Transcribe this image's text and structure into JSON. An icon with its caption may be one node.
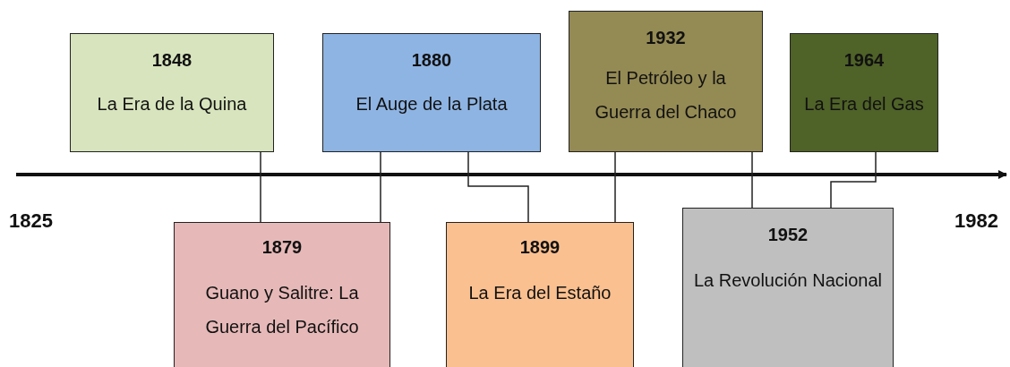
{
  "diagram": {
    "nodes": [
      {
        "text": [
          "1848",
          "La Era de la Quina"
        ]
      },
      {
        "text": [
          "1880",
          "El Auge de la Plata"
        ]
      },
      {
        "text": [
          "1932",
          "El Petróleo y la Guerra del Chaco"
        ]
      },
      {
        "text": [
          "1964",
          "La Era del Gas"
        ]
      },
      {
        "text": [
          "1879",
          "Guano y Salitre: La Guerra del Pacífico"
        ]
      },
      {
        "text": [
          "1899",
          "La Era del Estaño"
        ]
      },
      {
        "text": [
          "1952",
          "La Revolución Nacional"
        ]
      }
    ],
    "edges": [
      {
        "from": 0,
        "to": 4,
        "arrow": "none"
      },
      {
        "from": 1,
        "to": 4,
        "arrow": "none"
      },
      {
        "from": 1,
        "to": 5,
        "arrow": "none"
      },
      {
        "from": 2,
        "to": 5,
        "arrow": "none"
      },
      {
        "from": 2,
        "to": 6,
        "arrow": "none"
      },
      {
        "from": 3,
        "to": 6,
        "arrow": "none"
      }
    ],
    "labels": [
      "1825",
      "1982"
    ]
  }
}
